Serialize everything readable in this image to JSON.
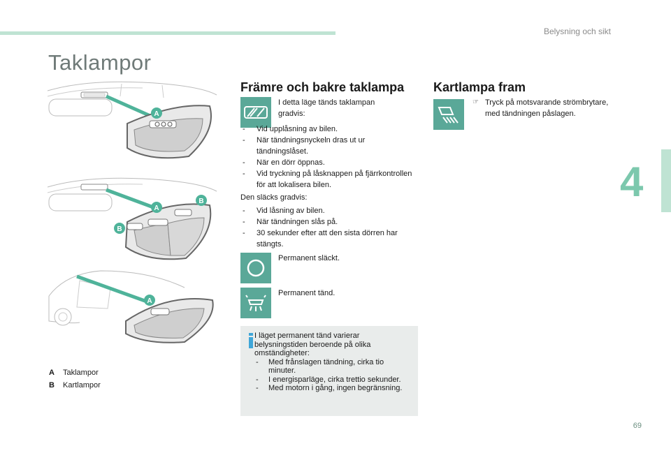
{
  "header": {
    "section": "Belysning och sikt",
    "chapter": "4",
    "page": "69"
  },
  "title": "Taklampor",
  "legend": [
    {
      "key": "A",
      "label": "Taklampor"
    },
    {
      "key": "B",
      "label": "Kartlampor"
    }
  ],
  "callouts": {
    "a": "A",
    "b": "B"
  },
  "front_rear": {
    "heading": "Främre och bakre taklampa",
    "mode_intro": "I detta läge tänds taklampan gradvis:",
    "on_list": [
      "Vid upplåsning av bilen.",
      "När tändningsnyckeln dras ut ur tändningslåset.",
      "När en dörr öppnas.",
      "Vid tryckning på låsknappen på fjärrkontrollen för att lokalisera bilen."
    ],
    "off_intro": "Den släcks gradvis:",
    "off_list": [
      "Vid låsning av bilen.",
      "När tändningen slås på.",
      "30 sekunder efter att den sista dörren har stängts."
    ],
    "perm_off": "Permanent släckt.",
    "perm_on": "Permanent tänd.",
    "info_text": "I läget permanent tänd varierar belysningstiden beroende på olika omständigheter:",
    "info_list": [
      "Med frånslagen tändning, cirka tio minuter.",
      "I energisparläge, cirka trettio sekunder.",
      "Med motorn i gång, ingen begränsning."
    ]
  },
  "map_lamp": {
    "heading": "Kartlampa fram",
    "bullet_text": "Tryck på motsvarande strömbrytare, med tändningen påslagen."
  },
  "colors": {
    "accent": "#5aa898",
    "callout": "#4fb39a",
    "info_icon": "#3fa6d8",
    "tab": "#bfe3d3"
  },
  "icons": [
    "door-lamp-icon",
    "circle-off-icon",
    "lamp-on-icon",
    "map-lamp-icon",
    "info-icon"
  ]
}
